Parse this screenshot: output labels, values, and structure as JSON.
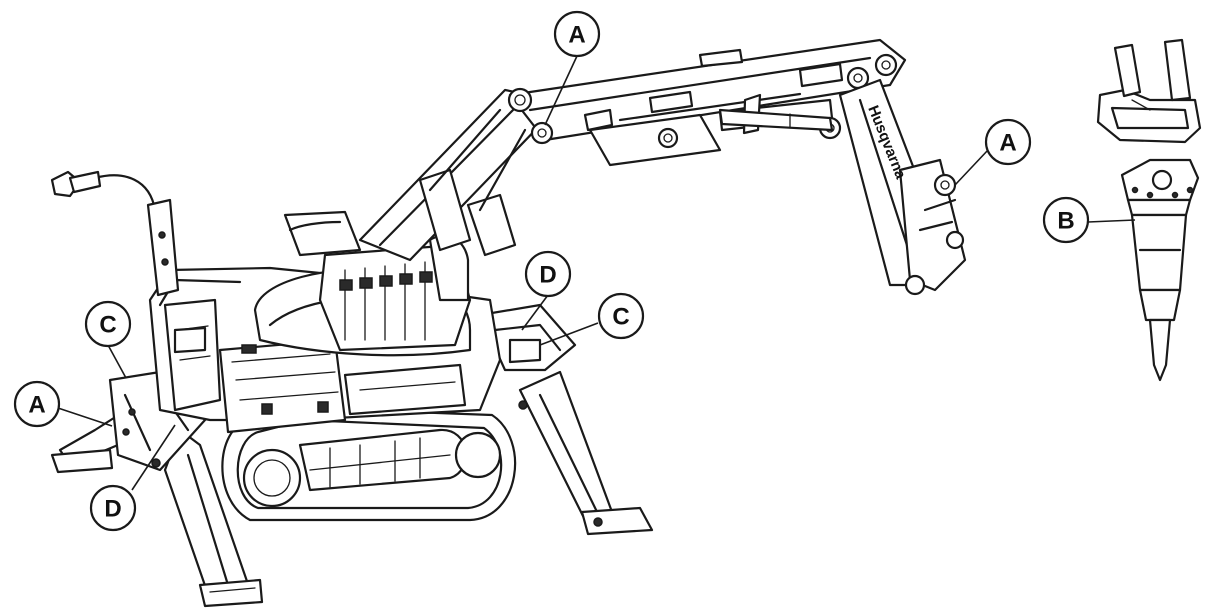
{
  "brand_text": "Husqvarna",
  "callouts": [
    {
      "id": "a-top",
      "letter": "A"
    },
    {
      "id": "a-right",
      "letter": "A"
    },
    {
      "id": "a-left",
      "letter": "A"
    },
    {
      "id": "b",
      "letter": "B"
    },
    {
      "id": "c-left",
      "letter": "C"
    },
    {
      "id": "c-right",
      "letter": "C"
    },
    {
      "id": "d-right",
      "letter": "D"
    },
    {
      "id": "d-left",
      "letter": "D"
    }
  ]
}
